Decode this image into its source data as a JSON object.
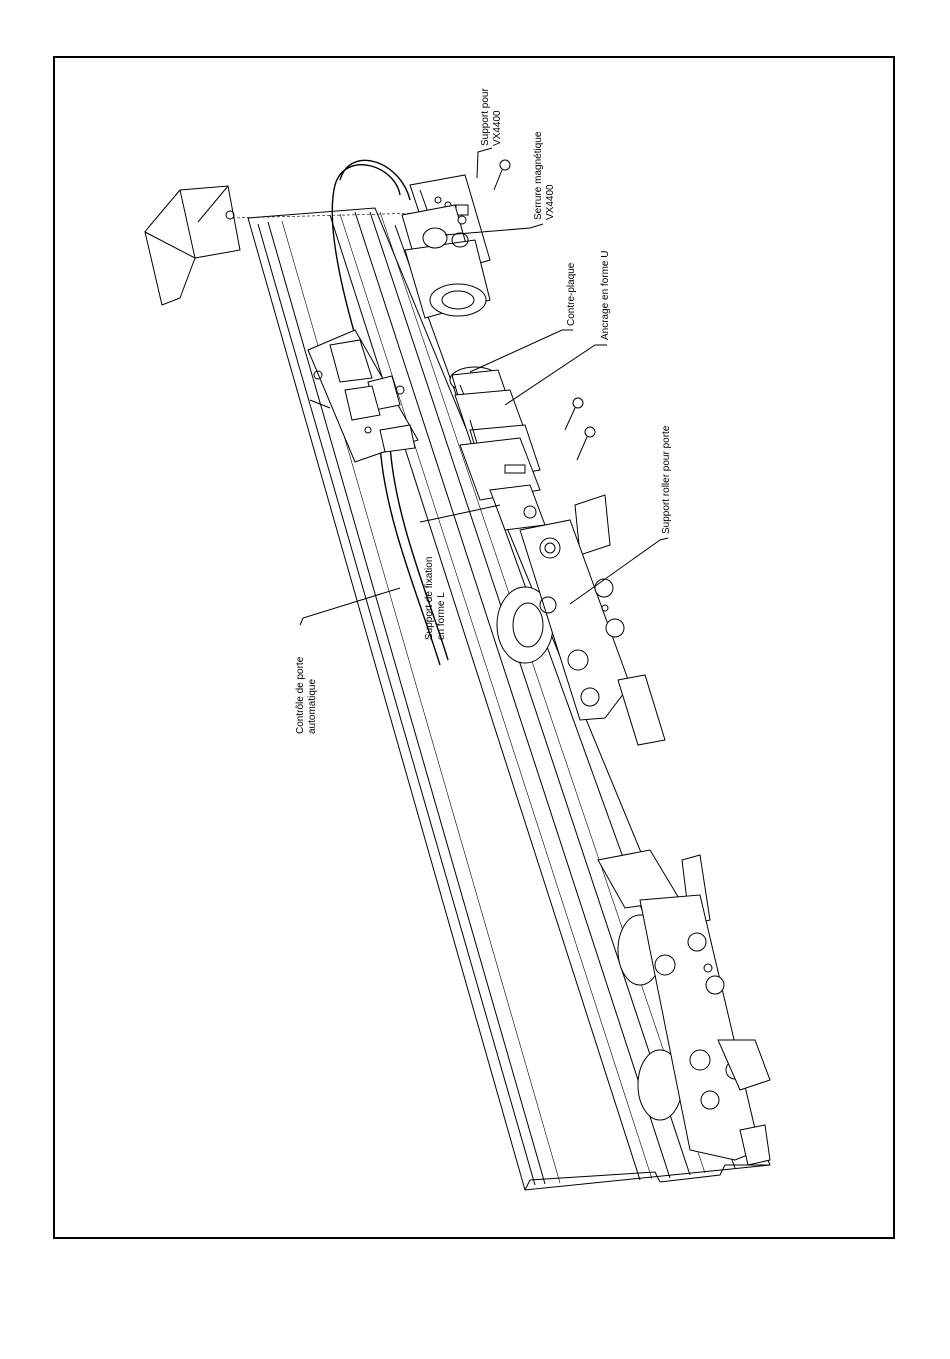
{
  "labels": {
    "support_vx4400": [
      "Support pour",
      "VX4400"
    ],
    "serrure": [
      "Serrure magnétique",
      "VX4400"
    ],
    "contre_plaque": [
      "Contre-plaque"
    ],
    "ancrage_u": [
      "Ancrage en forme U"
    ],
    "support_roller": [
      "Support roller pour porte"
    ],
    "support_fixation_l": [
      "Support de fixation",
      "en forme L"
    ],
    "controle_porte": [
      "Contrôle de porte",
      "automatique"
    ]
  }
}
